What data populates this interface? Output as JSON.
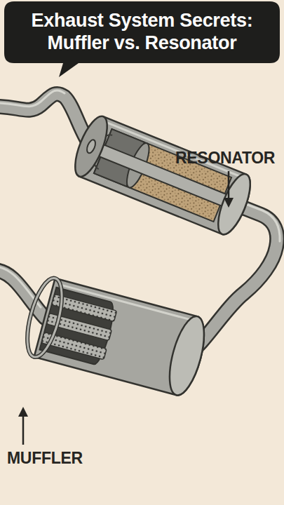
{
  "diagram": {
    "title": "Exhaust System Secrets: Muffler vs. Resonator",
    "labels": [
      "RESONATOR",
      "MUFFLER"
    ]
  }
}
